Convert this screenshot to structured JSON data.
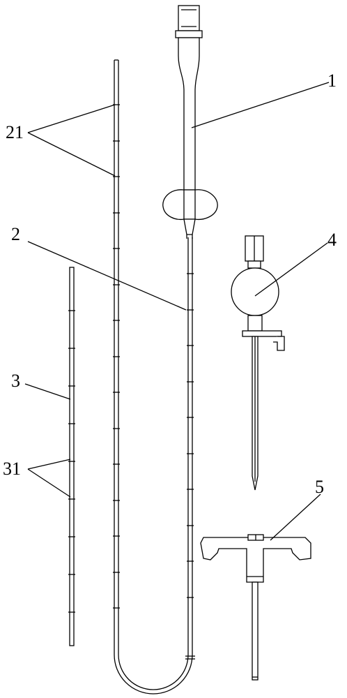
{
  "labels": {
    "catheter": "1",
    "guidewire": "2",
    "guidewire_marks": "21",
    "inner_rod": "3",
    "inner_rod_marks": "31",
    "puncture_needle": "4",
    "handle_tool": "5"
  }
}
